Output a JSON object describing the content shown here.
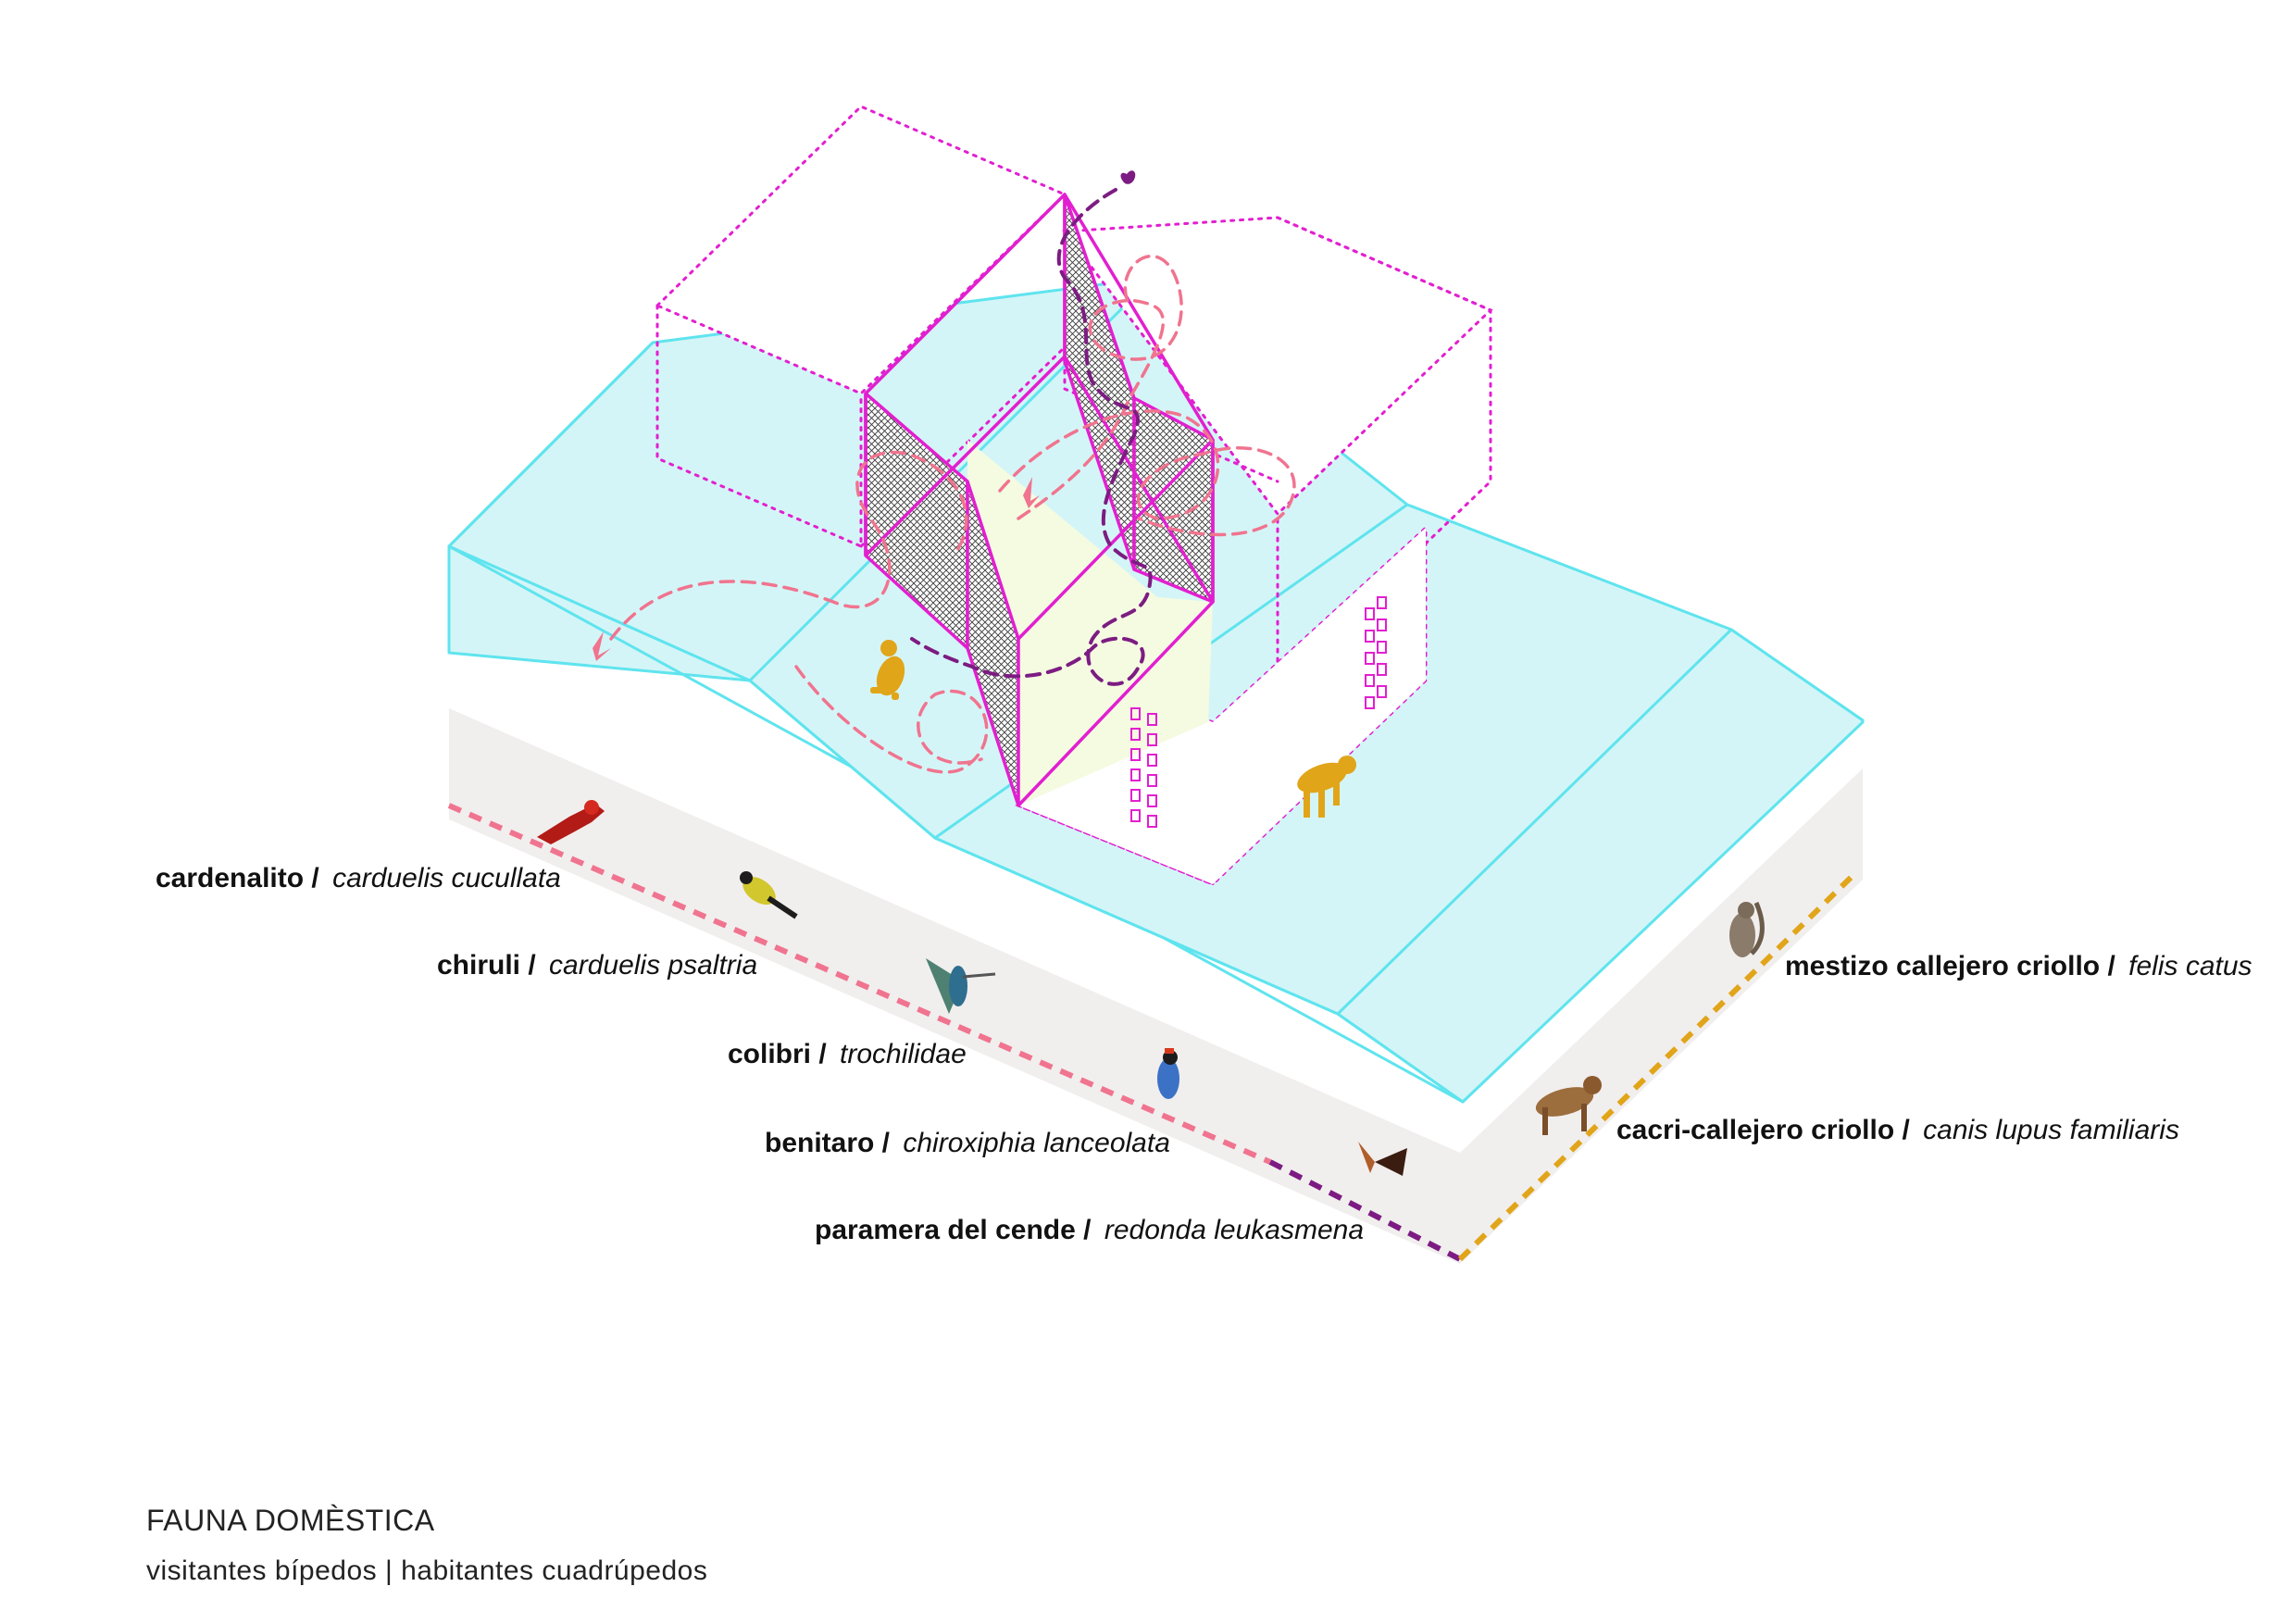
{
  "colors": {
    "pool_fill": "#d4f5f7",
    "pool_line": "#5fe4ee",
    "ground_fill": "#f1eeee",
    "magenta": "#e21fd0",
    "pink_path": "#f0748f",
    "purple_path": "#7c1c82",
    "mustard": "#e1a51a",
    "yellow_green_fill": "#f4fbe1"
  },
  "icons": [
    "cardenalito-bird-icon",
    "chiruli-bird-icon",
    "colibri-hummingbird-icon",
    "benitaro-bird-icon",
    "butterfly-icon",
    "cat-icon",
    "dog-icon"
  ],
  "species": [
    {
      "common": "cardenalito /",
      "scientific": "carduelis cucullata",
      "group": "bird"
    },
    {
      "common": "chiruli /",
      "scientific": "carduelis psaltria",
      "group": "bird"
    },
    {
      "common": "colibri /",
      "scientific": "trochilidae",
      "group": "bird"
    },
    {
      "common": "benitaro /",
      "scientific": "chiroxiphia lanceolata",
      "group": "bird"
    },
    {
      "common": "paramera del cende /",
      "scientific": "redonda leukasmena",
      "group": "butterfly"
    },
    {
      "common": "mestizo callejero criollo /",
      "scientific": "felis catus",
      "group": "quadruped"
    },
    {
      "common": "cacri-callejero criollo /",
      "scientific": "canis lupus familiaris",
      "group": "quadruped"
    }
  ],
  "caption": {
    "title": "FAUNA DOMÈSTICA",
    "subtitle": "visitantes bípedos | habitantes cuadrúpedos"
  }
}
